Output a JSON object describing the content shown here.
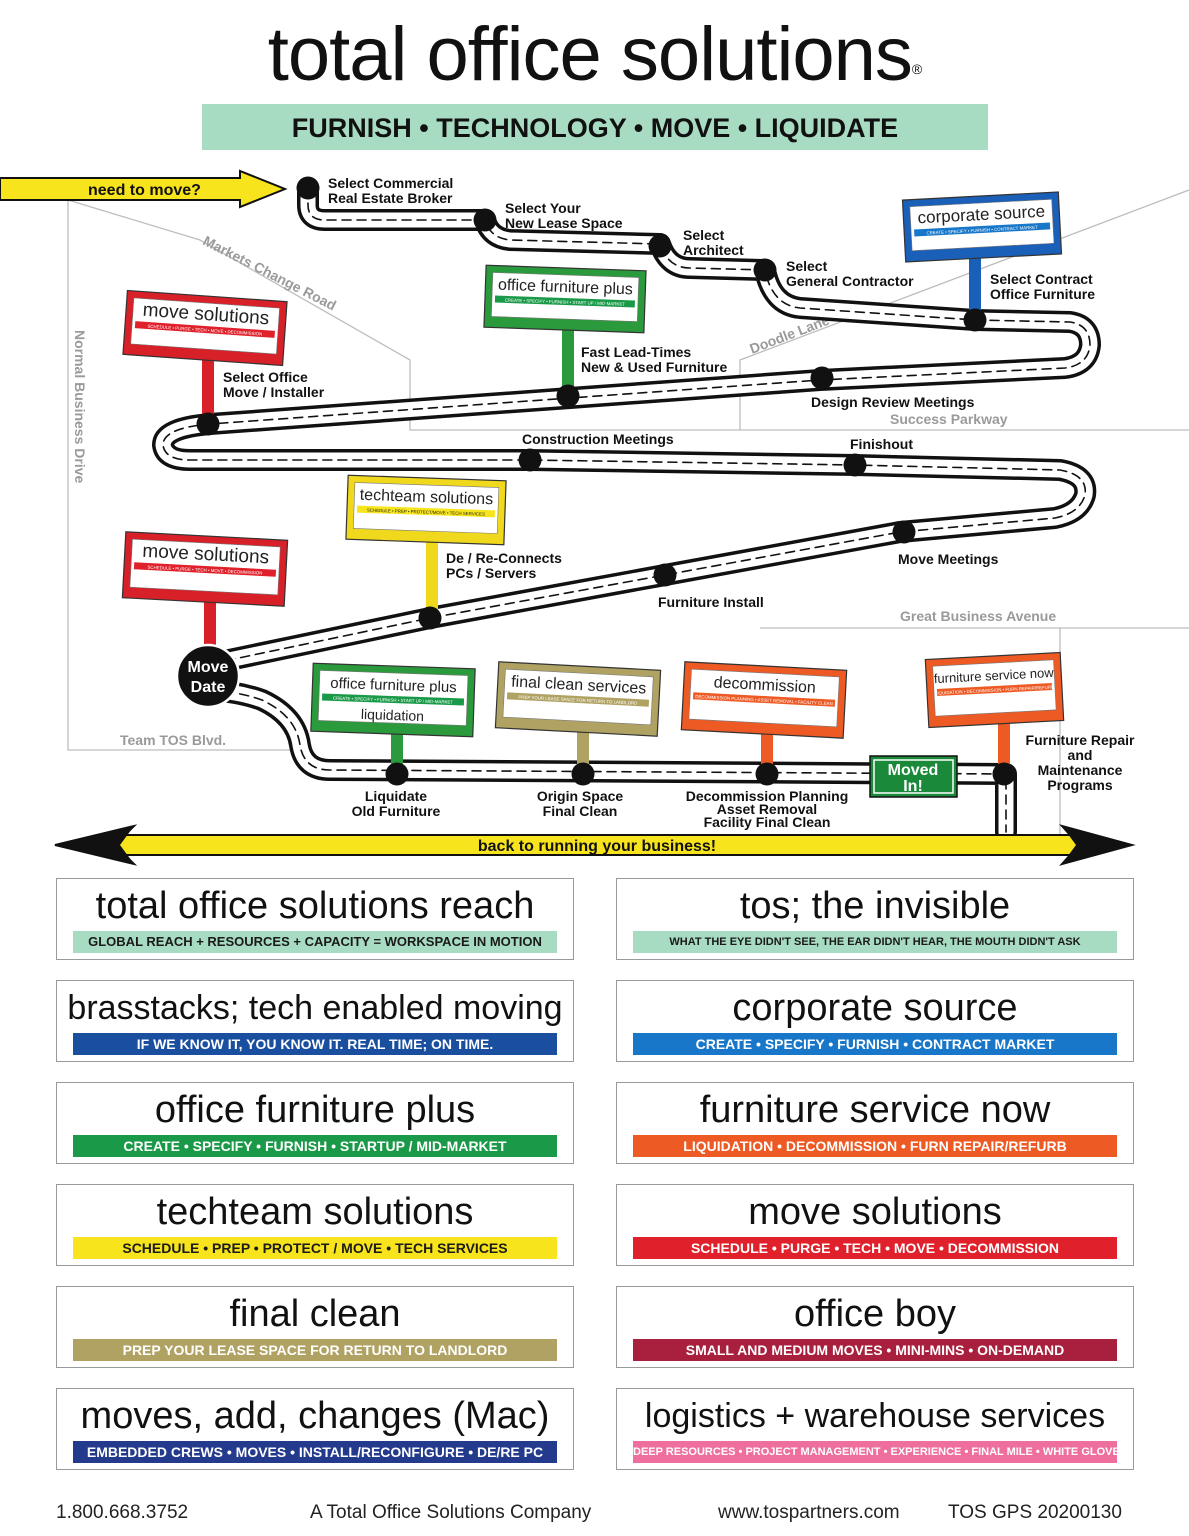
{
  "title": "total office solutions",
  "registered": "®",
  "tagline": "FURNISH • TECHNOLOGY • MOVE • LIQUIDATE",
  "arrows": {
    "start": "need to move?",
    "end": "back to running your business!"
  },
  "streets": {
    "markets_change": "Markets Change Road",
    "normal_business": "Normal Business Drive",
    "doodle": "Doodle Lane",
    "success": "Success Parkway",
    "great_business": "Great Business Avenue",
    "team_tos": "Team TOS Blvd."
  },
  "steps": {
    "broker": [
      "Select Commercial",
      "Real Estate Broker"
    ],
    "lease": [
      "Select Your",
      "New Lease Space"
    ],
    "architect": [
      "Select",
      "Architect"
    ],
    "contractor": [
      "Select",
      "General Contractor"
    ],
    "contract_furniture": [
      "Select Contract",
      "Office Furniture"
    ],
    "fast_lead": [
      "Fast Lead-Times",
      "New & Used Furniture"
    ],
    "design_review": "Design Review Meetings",
    "office_move": [
      "Select Office",
      "Move / Installer"
    ],
    "construction": "Construction Meetings",
    "finishout": "Finishout",
    "reconnects": [
      "De / Re-Connects",
      "PCs / Servers"
    ],
    "move_meetings": "Move Meetings",
    "furniture_install": "Furniture Install",
    "move_date": [
      "Move",
      "Date"
    ],
    "liquidate": [
      "Liquidate",
      "Old Furniture"
    ],
    "origin": [
      "Origin Space",
      "Final Clean"
    ],
    "decommission": [
      "Decommission Planning",
      "Asset Removal",
      "Facility Final Clean"
    ],
    "moved_in": [
      "Moved",
      "In!"
    ],
    "repair": [
      "Furniture Repair",
      "and",
      "Maintenance",
      "Programs"
    ]
  },
  "signs": {
    "corporate_source": {
      "name": "corporate source",
      "sub": "CREATE • SPECIFY • FURNISH • CONTRACT MARKET"
    },
    "office_furniture_plus_1": {
      "name": "office furniture plus",
      "sub": "CREATE • SPECIFY • FURNISH • START UP / MID-MARKET"
    },
    "move_solutions_1": {
      "name": "move solutions",
      "sub": "SCHEDULE • PURGE • TECH • MOVE • DECOMMISSION"
    },
    "techteam": {
      "name": "techteam solutions",
      "sub": "SCHEDULE • PREP • PROTECT/MOVE • TECH SERVICES"
    },
    "move_solutions_2": {
      "name": "move solutions",
      "sub": "SCHEDULE • PURGE • TECH • MOVE • DECOMMISSION"
    },
    "office_furniture_plus_2": {
      "name": "office furniture plus",
      "sub": "CREATE • SPECIFY • FURNISH • START UP / MID-MARKET",
      "extra": "liquidation"
    },
    "final_clean": {
      "name": "final clean services",
      "sub": "PREP YOUR LEASE SPACE FOR RETURN TO LANDLORD"
    },
    "decommission": {
      "name": "decommission",
      "sub": "DECOMMISSION PLANNING • ASSET REMOVAL • FACILITY CLEAN"
    },
    "furniture_service_now": {
      "name": "furniture service now",
      "sub": "LIQUIDATION • DECOMMISSION • FURN REPAIR/REFURB"
    }
  },
  "cards": [
    {
      "title": "total office solutions reach",
      "sub": "GLOBAL REACH + RESOURCES + CAPACITY = WORKSPACE IN MOTION",
      "color": "#a8dcc2",
      "text_color": "#1a1a1a"
    },
    {
      "title": "tos; the invisible",
      "sub": "WHAT THE EYE DIDN'T SEE, THE EAR DIDN'T HEAR, THE MOUTH DIDN'T ASK",
      "color": "#a8dcc2",
      "text_color": "#1a1a1a"
    },
    {
      "title": "brasstacks; tech enabled moving",
      "sub": "IF WE KNOW IT, YOU KNOW IT. REAL TIME; ON TIME.",
      "color": "#1a4fa0",
      "text_color": "#ffffff"
    },
    {
      "title": "corporate source",
      "sub": "CREATE • SPECIFY • FURNISH • CONTRACT MARKET",
      "color": "#1877c9",
      "text_color": "#ffffff"
    },
    {
      "title": "office furniture plus",
      "sub": "CREATE • SPECIFY • FURNISH • STARTUP / MID-MARKET",
      "color": "#1a9a48",
      "text_color": "#ffffff"
    },
    {
      "title": "furniture service now",
      "sub": "LIQUIDATION • DECOMMISSION • FURN REPAIR/REFURB",
      "color": "#ee5a24",
      "text_color": "#ffffff"
    },
    {
      "title": "techteam solutions",
      "sub": "SCHEDULE • PREP • PROTECT / MOVE • TECH SERVICES",
      "color": "#f7e41c",
      "text_color": "#1a1a1a"
    },
    {
      "title": "move solutions",
      "sub": "SCHEDULE • PURGE • TECH • MOVE • DECOMMISSION",
      "color": "#e0212b",
      "text_color": "#ffffff"
    },
    {
      "title": "final clean",
      "sub": "PREP YOUR LEASE SPACE FOR RETURN TO LANDLORD",
      "color": "#b0a263",
      "text_color": "#ffffff"
    },
    {
      "title": "office boy",
      "sub": "SMALL AND MEDIUM MOVES • MINI-MINS • ON-DEMAND",
      "color": "#a8203e",
      "text_color": "#ffffff"
    },
    {
      "title": "moves, add, changes (Mac)",
      "sub": "EMBEDDED CREWS • MOVES • INSTALL/RECONFIGURE • DE/RE PC",
      "color": "#243a8c",
      "text_color": "#ffffff"
    },
    {
      "title": "logistics + warehouse services",
      "sub": "DEEP RESOURCES • PROJECT MANAGEMENT • EXPERIENCE • FINAL MILE • WHITE GLOVE",
      "color": "#ee6f9e",
      "text_color": "#ffffff"
    }
  ],
  "footer": {
    "phone": "1.800.668.3752",
    "company": "A Total Office Solutions Company",
    "website": "www.tospartners.com",
    "version": "TOS GPS 20200130"
  }
}
